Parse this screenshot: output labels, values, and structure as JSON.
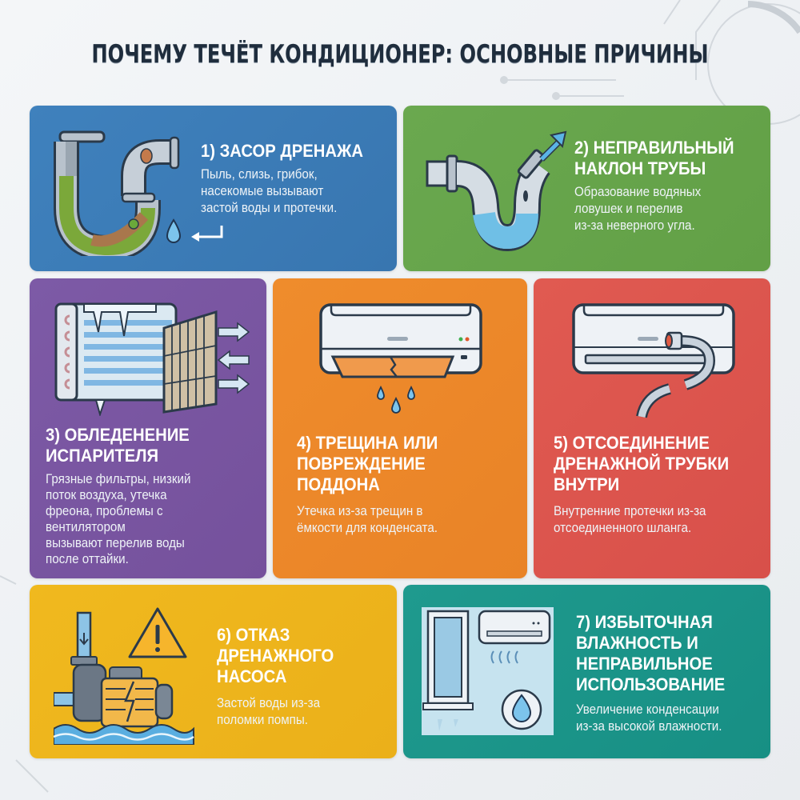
{
  "title": "ПОЧЕМУ ТЕЧЁТ КОНДИЦИОНЕР: ОСНОВНЫЕ ПРИЧИНЫ",
  "colors": {
    "background": "#eef1f4",
    "title": "#1f2d3d",
    "card_blue": "#3c7cb8",
    "card_green": "#67a54b",
    "card_purple": "#7a56a2",
    "card_orange": "#ed882a",
    "card_red": "#dd564e",
    "card_yellow": "#eeb51c",
    "card_teal": "#1b958a"
  },
  "cards": [
    {
      "number": 1,
      "heading": "1) ЗАСОР ДРЕНАЖА",
      "text": "Пыль, слизь, грибок,\nнасекомые вызывают\nзастой воды и протечки.",
      "icon": "clogged-pipe-icon"
    },
    {
      "number": 2,
      "heading": "2) НЕПРАВИЛЬНЫЙ\nНАКЛОН ТРУБЫ",
      "heading_lines": [
        "2) НЕПРАВИЛЬНЫЙ",
        "НАКЛОН ТРУБЫ"
      ],
      "text": "Образование водяных\nловушек и перелив\nиз-за неверного угла.",
      "icon": "sloped-pipe-icon"
    },
    {
      "number": 3,
      "heading_lines": [
        "3) ОБЛЕДЕНЕНИЕ",
        "ИСПАРИТЕЛЯ"
      ],
      "text": "Грязные фильтры, низкий\nпоток воздуха, утечка\nфреона, проблемы с\nвентилятором\nвызывают перелив воды\nпосле оттайки.",
      "icon": "frozen-evaporator-icon"
    },
    {
      "number": 4,
      "heading_lines": [
        "4) ТРЕЩИНА ИЛИ",
        "ПОВРЕЖДЕНИЕ",
        "ПОДДОНА"
      ],
      "text": "Утечка из-за трещин в\nёмкости для конденсата.",
      "icon": "cracked-tray-ac-icon"
    },
    {
      "number": 5,
      "heading_lines": [
        "5) ОТСОЕДИНЕНИЕ",
        "ДРЕНАЖНОЙ ТРУБКИ",
        "ВНУТРИ"
      ],
      "text": "Внутренние протечки из-за\nотсоединенного шланга.",
      "icon": "disconnected-hose-ac-icon"
    },
    {
      "number": 6,
      "heading_lines": [
        "6) ОТКАЗ",
        "ДРЕНАЖНОГО",
        "НАСОСА"
      ],
      "text": "Застой воды из-за\nполомки помпы.",
      "icon": "broken-pump-warning-icon"
    },
    {
      "number": 7,
      "heading_lines": [
        "7) ИЗБЫТОЧНАЯ",
        "ВЛАЖНОСТЬ И",
        "НЕПРАВИЛЬНОЕ",
        "ИСПОЛЬЗОВАНИЕ"
      ],
      "text": "Увеличение конденсации\nиз-за высокой влажности.",
      "icon": "humidity-window-ac-icon"
    }
  ]
}
